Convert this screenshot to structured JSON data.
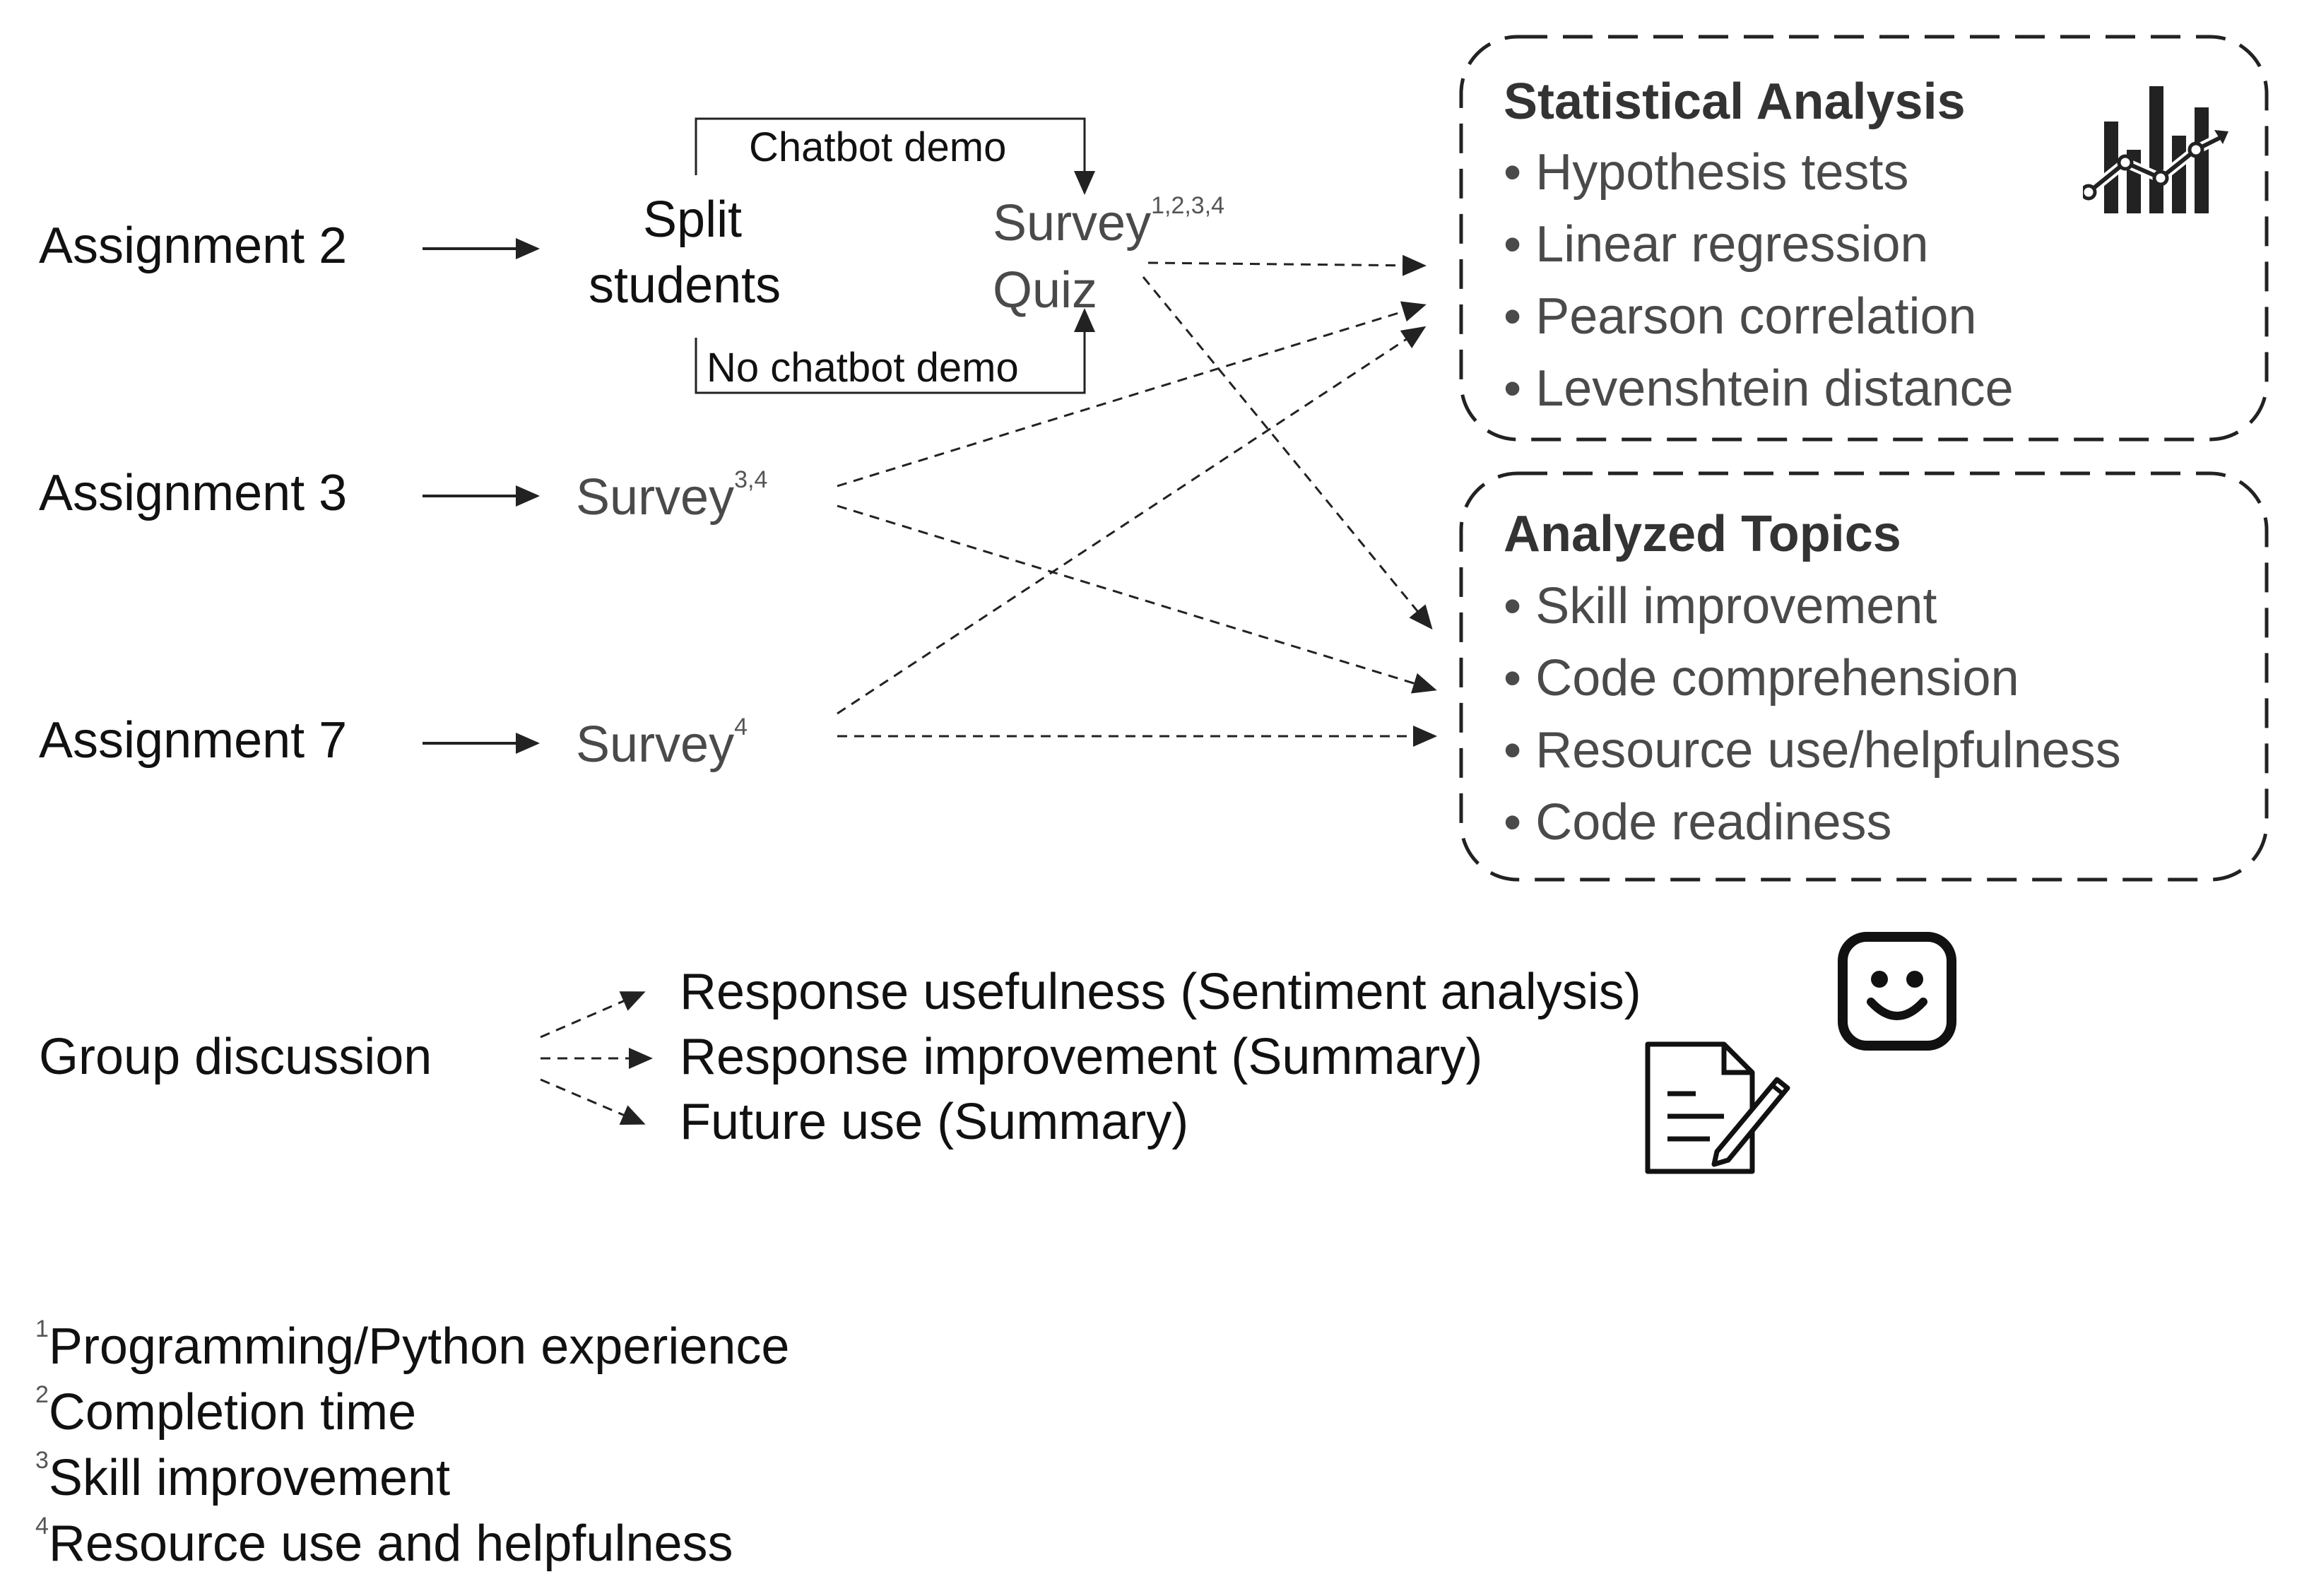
{
  "assignments": [
    {
      "label": "Assignment 2"
    },
    {
      "label": "Assignment 3"
    },
    {
      "label": "Assignment 7"
    }
  ],
  "split": {
    "line1": "Split",
    "line2": "students"
  },
  "chatbot_demo": "Chatbot demo",
  "no_chatbot_demo": "No chatbot demo",
  "survey_a2": {
    "label": "Survey",
    "refs": "1,2,3,4"
  },
  "quiz": "Quiz",
  "survey_a3": {
    "label": "Survey",
    "refs": "3,4"
  },
  "survey_a7": {
    "label": "Survey",
    "refs": "4"
  },
  "statistical": {
    "title": "Statistical Analysis",
    "items": [
      "Hypothesis tests",
      "Linear regression",
      "Pearson correlation",
      "Levenshtein distance"
    ]
  },
  "topics": {
    "title": "Analyzed Topics",
    "items": [
      "Skill improvement",
      "Code comprehension",
      "Resource use/helpfulness",
      "Code readiness"
    ]
  },
  "group": {
    "label": "Group discussion",
    "items": [
      "Response usefulness (Sentiment analysis)",
      "Response improvement (Summary)",
      "Future use (Summary)"
    ]
  },
  "footnotes": [
    {
      "num": "1",
      "text": "Programming/Python experience"
    },
    {
      "num": "2",
      "text": "Completion time"
    },
    {
      "num": "3",
      "text": "Skill improvement"
    },
    {
      "num": "4",
      "text": "Resource use and helpfulness"
    }
  ],
  "icons": [
    "bar-chart-trend-icon",
    "smiley-face-icon",
    "document-edit-icon"
  ],
  "colors": {
    "text": "#111111",
    "grey_text": "#4a4a4a",
    "bold_title": "#333333",
    "lines": "#222222"
  }
}
